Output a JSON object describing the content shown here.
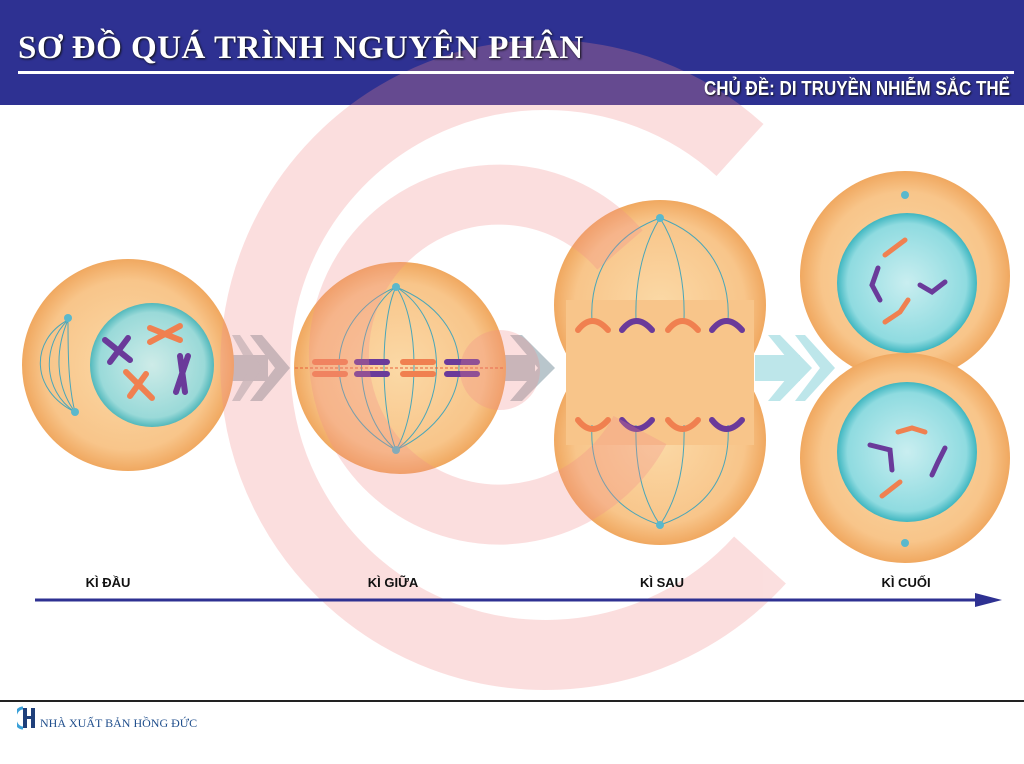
{
  "header": {
    "title": "SƠ ĐỒ QUÁ TRÌNH NGUYÊN PHÂN",
    "subtitle": "CHỦ ĐỀ: DI TRUYỀN NHIỄM SẮC THỂ"
  },
  "phases": [
    {
      "label": "KÌ ĐẦU"
    },
    {
      "label": "KÌ GIỮA"
    },
    {
      "label": "KÌ SAU"
    },
    {
      "label": "KÌ CUỐI"
    }
  ],
  "footer": {
    "publisher": "NHÀ XUẤT BẢN HỒNG ĐỨC"
  },
  "colors": {
    "header": "#2e3192",
    "cell": "#f7c07a",
    "nucleus": "#7fd3d8",
    "chromosome_orange": "#f08050",
    "chromosome_purple": "#6a3a9a",
    "arrow_grey": "#b9c6cc",
    "arrow_cyan": "#bde6ea",
    "timeline": "#2e3192"
  }
}
